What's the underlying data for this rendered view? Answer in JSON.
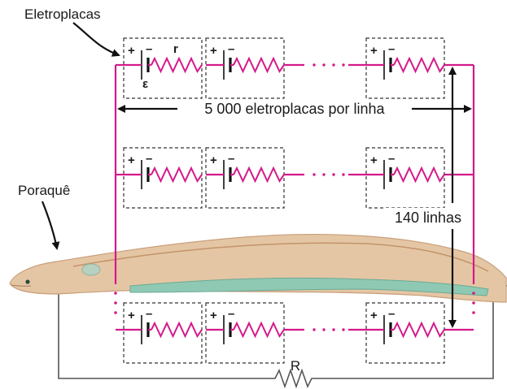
{
  "labels": {
    "eletroplacas": "Eletroplacas",
    "poraque": "Poraquê",
    "per_row": "5 000 eletroplacas por linha",
    "rows": "140 linhas",
    "r": "r",
    "epsilon": "ε",
    "R": "R"
  },
  "colors": {
    "wire": "#d4198a",
    "eel_body": "#e5c6a4",
    "eel_belly": "#8fc9b4"
  }
}
